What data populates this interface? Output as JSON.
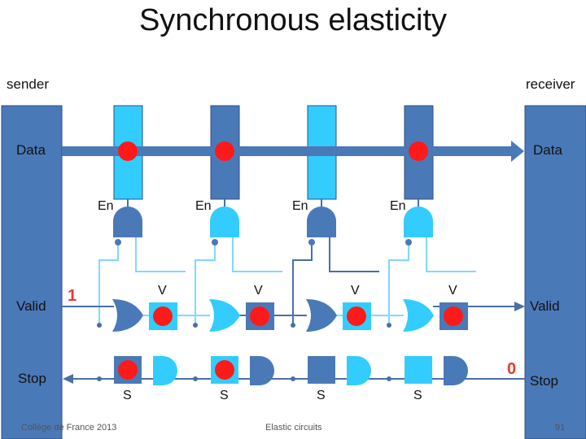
{
  "title": "Synchronous elasticity",
  "labels": {
    "sender": "sender",
    "receiver": "receiver",
    "data_left": "Data",
    "data_right": "Data",
    "valid_left": "Valid",
    "valid_right": "Valid",
    "stop_left": "Stop",
    "stop_right": "Stop",
    "valid_in": "1",
    "stop_in": "0"
  },
  "stages": [
    {
      "en": "En",
      "v": "V",
      "s": "S"
    },
    {
      "en": "En",
      "v": "V",
      "s": "S"
    },
    {
      "en": "En",
      "v": "V",
      "s": "S"
    },
    {
      "en": "En",
      "v": "V",
      "s": "S"
    }
  ],
  "footer": {
    "left": "Collège de France 2013",
    "center": "Elastic circuits",
    "page": "91"
  },
  "colors": {
    "dark_blue": "#4a79b8",
    "light_blue": "#33ccff",
    "token_red": "#ff1a1a",
    "wire_dark": "#4a6fa5",
    "wire_light": "#80d8ff"
  }
}
